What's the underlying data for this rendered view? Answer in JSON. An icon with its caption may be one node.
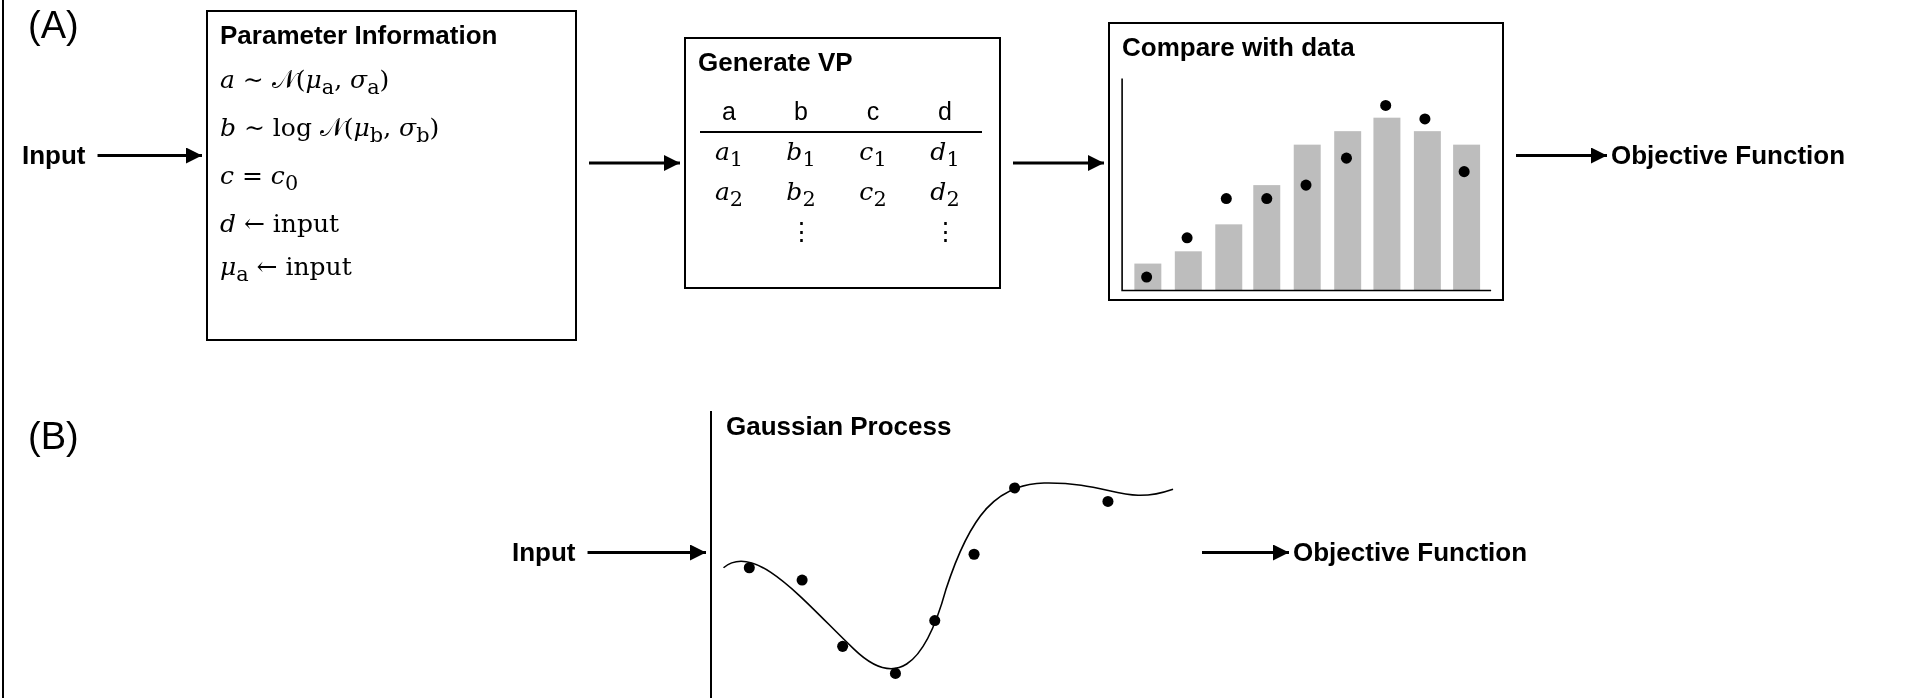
{
  "diagram": {
    "nodes": [
      {
        "text": [
          "Input"
        ]
      },
      {
        "text": [
          "Parameter Information",
          "*a* ∼ 𝒩(*μ*$_{a}$, *σ*$_{a}$)",
          "*b* ∼ log 𝒩(*μ*$_{b}$, *σ*$_{b}$)",
          "*c* = *c*$_{0}$",
          "*d* ← input",
          "*μ*$_{a}$ ← input"
        ]
      },
      {
        "text": [
          "Generate VP",
          "a",
          "b",
          "c",
          "d",
          "*a*$_{1}$",
          "*b*$_{1}$",
          "*c*$_{1}$",
          "*d*$_{1}$",
          "*a*$_{2}$",
          "*b*$_{2}$",
          "*c*$_{2}$",
          "*d*$_{2}$",
          "⋮",
          "⋮"
        ]
      },
      {
        "text": [
          "Compare with data"
        ]
      },
      {
        "text": [
          "Objective Function"
        ]
      },
      {
        "text": [
          "Input"
        ]
      },
      {
        "text": [
          "Gaussian Process"
        ]
      },
      {
        "text": [
          "Objective Function"
        ]
      }
    ],
    "edges": [
      {
        "from": 0,
        "to": 1,
        "arrow": "to"
      },
      {
        "from": 1,
        "to": 2,
        "arrow": "to"
      },
      {
        "from": 2,
        "to": 3,
        "arrow": "to"
      },
      {
        "from": 3,
        "to": 4,
        "arrow": "to"
      },
      {
        "from": 5,
        "to": 6,
        "arrow": "to"
      },
      {
        "from": 6,
        "to": 7,
        "arrow": "to"
      }
    ],
    "labels": [
      "(A)",
      "(B)"
    ]
  }
}
